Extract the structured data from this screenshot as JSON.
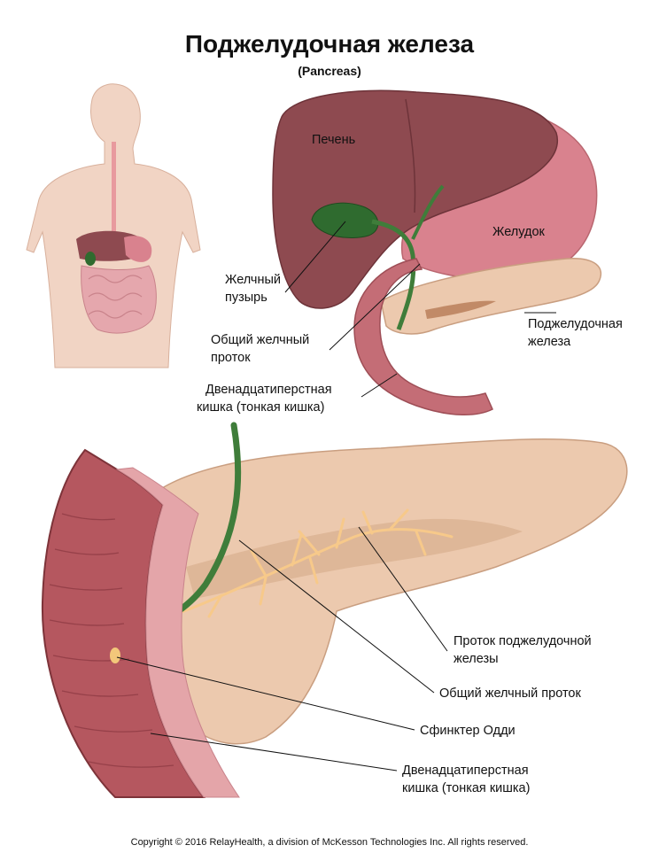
{
  "title": "Поджелудочная железа",
  "subtitle": "(Pancreas)",
  "labels": {
    "liver": "Печень",
    "stomach": "Желудок",
    "gallbladder_1": "Желчный",
    "gallbladder_2": "пузырь",
    "pancreas_1": "Поджелудочная",
    "pancreas_2": "железа",
    "cbd_top_1": "Общий желчный",
    "cbd_top_2": "проток",
    "duodenum_top_1": "Двенадцатиперстная",
    "duodenum_top_2": "кишка (тонкая кишка)",
    "pancreatic_duct_1": "Проток поджелудочной",
    "pancreatic_duct_2": "железы",
    "cbd_bottom": "Общий желчный проток",
    "sphincter": "Сфинктер Одди",
    "duodenum_bottom_1": "Двенадцатиперстная",
    "duodenum_bottom_2": "кишка (тонкая кишка)"
  },
  "copyright": "Copyright © 2016 RelayHealth, a division of McKesson Technologies Inc. All rights reserved.",
  "colors": {
    "liver": "#8e4a50",
    "gallbladder": "#2f6b2f",
    "stomach": "#d9828e",
    "pancreas": "#ecc9ae",
    "duodenum": "#b5575f",
    "skin": "#f1d4c4",
    "duct": "#f7c98a"
  }
}
